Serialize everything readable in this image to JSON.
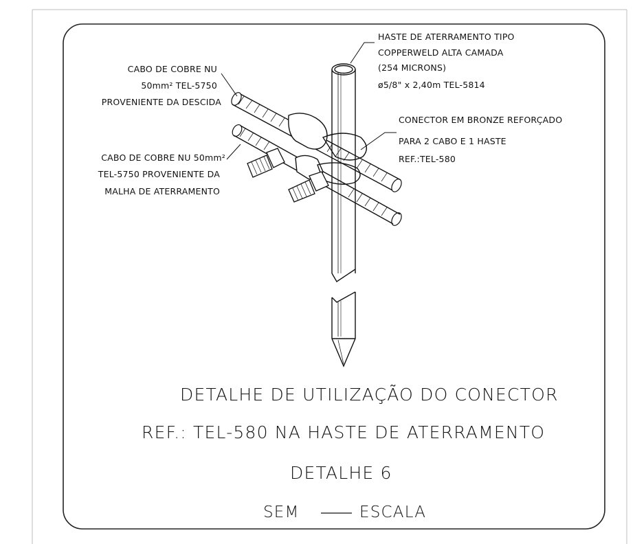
{
  "callouts": {
    "rod": [
      "HASTE DE ATERRAMENTO TIPO",
      "COPPERWELD ALTA CAMADA",
      "(254 MICRONS)",
      "ø5/8\" x 2,40m TEL-5814"
    ],
    "cable_top": [
      "CABO DE COBRE NU",
      "50mm² TEL-5750",
      "PROVENIENTE DA DESCIDA"
    ],
    "connector": [
      "CONECTOR EM BRONZE REFORÇADO",
      "PARA 2 CABO E 1 HASTE",
      "REF.:TEL-580"
    ],
    "cable_bottom": [
      "CABO DE COBRE NU 50mm²",
      "TEL-5750 PROVENIENTE DA",
      "MALHA DE ATERRAMENTO"
    ]
  },
  "title": {
    "line1": "DETALHE DE UTILIZAÇÃO DO CONECTOR",
    "line2": "REF.: TEL-580 NA HASTE DE ATERRAMENTO",
    "line3": "DETALHE 6",
    "scale_left": "SEM",
    "scale_right": "ESCALA"
  }
}
